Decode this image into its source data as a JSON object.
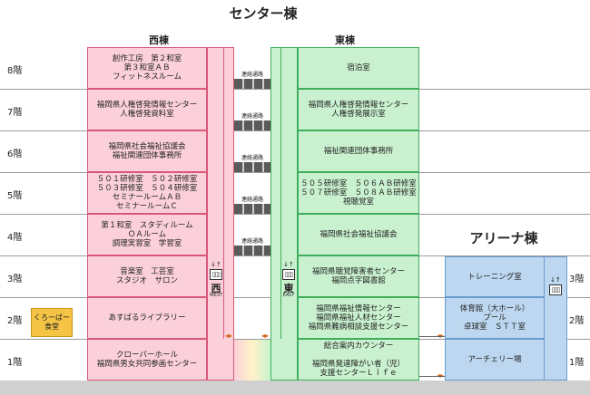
{
  "center_title": "センター棟",
  "arena_title": "アリーナ棟",
  "west_title": "西棟",
  "east_title": "東棟",
  "floors": [
    "8階",
    "7階",
    "6階",
    "5階",
    "4階",
    "3階",
    "2階",
    "1階"
  ],
  "corridor_label": "連絡通路",
  "west_rooms": [
    "創作工房　第２和室\n第３和室ＡＢ\nフィットネスルーム",
    "福岡県人権啓発情報センター\n人権啓発資料室",
    "福岡県社会福祉協議会\n福祉関連団体事務所",
    "５０１研修室　５０２研修室\n５０３研修室　５０４研修室\nセミナールームＡＢ\nセミナールームＣ",
    "第１和室　スタディルーム\nＯＡルーム\n調理実習室　学習室",
    "音楽室　工芸室\nスタジオ　サロン",
    "あすばるライブラリー",
    "クローバーホール\n福岡県男女共同参画センター"
  ],
  "east_rooms": [
    "宿泊室",
    "福岡県人権啓発情報センター\n人権啓発展示室",
    "福祉関連団体事務所",
    "５０５研修室　５０６ＡＢ研修室\n５０７研修室　５０８ＡＢ研修室\n視聴覚室",
    "福岡県社会福祉協議会",
    "福岡県聴覚障害者センター\n福岡点字図書館",
    "福岡県福祉情報センター\n福岡県福祉人材センター\n福岡県難病相談支援センター",
    "総合案内カウンター\n\n福岡県発達障がい者（児）\n支援センターＬｉｆｅ"
  ],
  "arena_rooms": [
    "トレーニング室",
    "体育館（大ホール）\nプール\n卓球室　ＳＴＴ室",
    "アーチェリー場"
  ],
  "cafeteria": "くろーばー\n食堂",
  "west_marker": {
    "big": "西",
    "small": "WEST"
  },
  "east_marker": {
    "big": "東",
    "small": "EAST"
  },
  "elevator_icon": "elevator-icon",
  "elevator_arrows": "↓↑",
  "colors": {
    "pink": "#fbd0da",
    "pink_border": "#d9587a",
    "green": "#c9f1cf",
    "green_border": "#3fae5a",
    "blue": "#bcd7ef",
    "blue_border": "#6a9bd0",
    "cafeteria": "#f5c445"
  }
}
